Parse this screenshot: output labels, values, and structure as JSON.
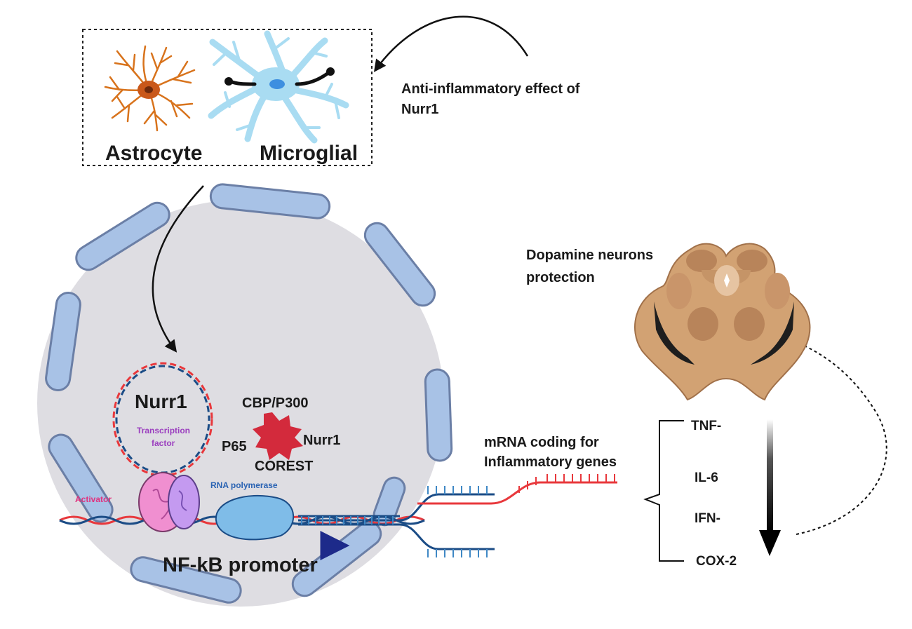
{
  "cells": {
    "astrocyte": "Astrocyte",
    "microglial": "Microglial"
  },
  "effect_label": {
    "line1": "Anti-inflammatory effect of",
    "line2": "Nurr1"
  },
  "protection_label": {
    "line1": "Dopamine neurons",
    "line2": "protection"
  },
  "nucleus": {
    "nurr1_loop": "Nurr1",
    "transcription_factor": {
      "line1": "Transcription",
      "line2": "factor"
    },
    "cbp_p300": "CBP/P300",
    "p65": "P65",
    "nurr1_complex": "Nurr1",
    "corest": "COREST",
    "rna_polymerase": "RNA polymerase",
    "activator": "Activator",
    "promoter": "NF-kB promoter"
  },
  "mrna_label": {
    "line1": "mRNA coding for",
    "line2": "Inflammatory genes"
  },
  "genes": [
    "TNF-",
    "IL-6",
    "IFN-",
    "COX-2"
  ],
  "colors": {
    "nucleus_fill": "#dedde2",
    "envelope_fill": "#a8c2e6",
    "envelope_stroke": "#6b7fa6",
    "astrocyte": "#d8731c",
    "microglia": "#a9dcf2",
    "activator_protein": "#f08fd0",
    "p65_protein": "#c49af0",
    "polymerase": "#7fbce8",
    "complex": "#d32a3c",
    "dna_red": "#e8383c",
    "dna_blue": "#1b4c86",
    "midbrain": "#d2a273",
    "transcription_text": "#9b3fbf",
    "activator_text": "#e0337f",
    "polymerase_text": "#2a63b3"
  }
}
